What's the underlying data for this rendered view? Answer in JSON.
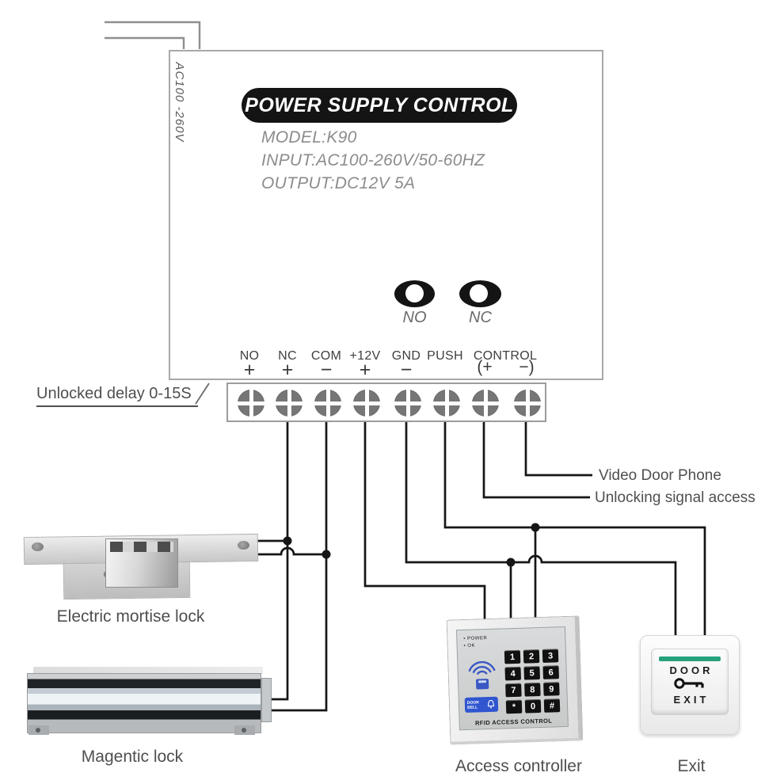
{
  "power_supply": {
    "title": "POWER SUPPLY CONTROL",
    "specs": {
      "model": "MODEL:K90",
      "input": "INPUT:AC100-260V/50-60HZ",
      "output": "OUTPUT:DC12V 5A"
    },
    "ac_input_label": "AC100 -260V",
    "jumpers": {
      "no": "NO",
      "nc": "NC"
    }
  },
  "terminal_block": {
    "labels": [
      "NO",
      "NC",
      "COM",
      "+12V",
      "GND",
      "PUSH",
      "CONTROL"
    ],
    "signs": [
      "+",
      "+",
      "−",
      "+",
      "−"
    ],
    "control_signs": {
      "left": "(+",
      "right": "−)"
    }
  },
  "annotations": {
    "unlock_delay": "Unlocked delay 0-15S",
    "video_door_phone": "Video Door Phone",
    "unlocking_signal": "Unlocking signal access"
  },
  "devices": {
    "electric_mortise_lock": {
      "label": "Electric mortise lock"
    },
    "magnetic_lock": {
      "label": "Magentic lock"
    },
    "access_controller": {
      "label": "Access controller",
      "power_led": "• POWER",
      "ok_led": "• OK",
      "door_bell": "DOOR BELL",
      "panel_text": "RFID ACCESS CONTROL",
      "keys": [
        "1",
        "2",
        "3",
        "4",
        "5",
        "6",
        "7",
        "8",
        "9",
        "*",
        "0",
        "#"
      ]
    },
    "exit_button": {
      "label": "Exit",
      "line1": "DOOR",
      "line2": "EXIT"
    }
  },
  "colors": {
    "wire": "#161616",
    "ac_wire": "#8f8f8f",
    "doorbell_blue": "#2f55cf",
    "exit_green": "#27a27d"
  }
}
